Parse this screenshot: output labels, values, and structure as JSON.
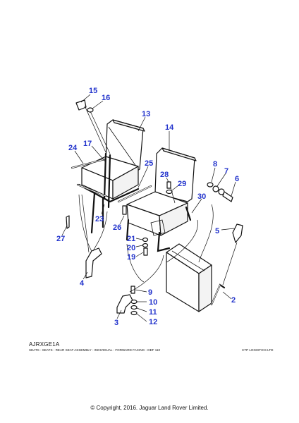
{
  "diagram": {
    "reference": "AJRXGE1A",
    "description": "SEATS - SEATS - REAR SEAT ASSEMBLY - INDIVIDUAL - FORWARD FACING - DEF 110",
    "vendor": "CTP LOGISTICS LTD",
    "copyright": "© Copyright, 2016. Jaguar Land Rover Limited.",
    "callout_color": "#2233cc",
    "callouts": {
      "c15": "15",
      "c16": "16",
      "c13": "13",
      "c14": "14",
      "c17": "17",
      "c24": "24",
      "c25": "25",
      "c28": "28",
      "c29": "29",
      "c8": "8",
      "c7": "7",
      "c6": "6",
      "c30": "30",
      "c23": "23",
      "c26": "26",
      "c27": "27",
      "c5": "5",
      "c21": "21",
      "c20": "20",
      "c19": "19",
      "c4": "4",
      "c9": "9",
      "c10": "10",
      "c11": "11",
      "c12": "12",
      "c3": "3",
      "c2": "2"
    }
  }
}
